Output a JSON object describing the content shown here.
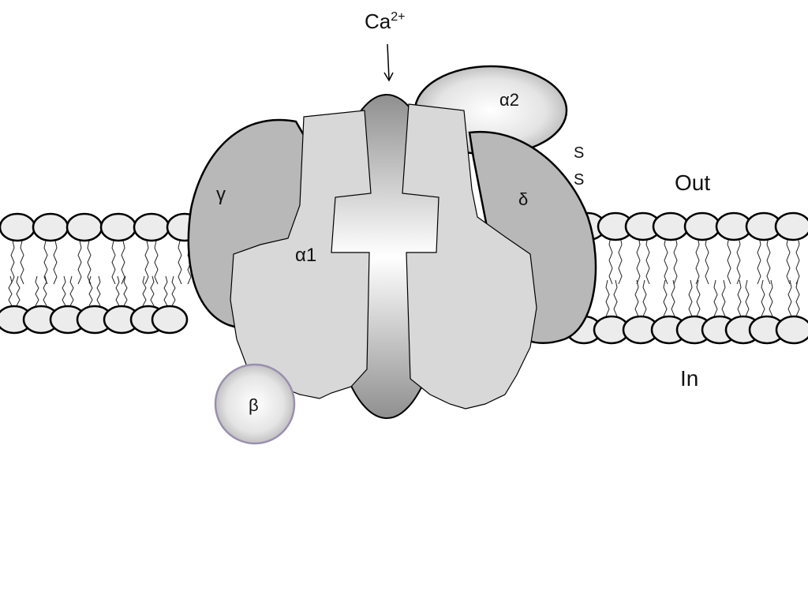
{
  "labels": {
    "ion": "Ca",
    "ion_charge": "2+",
    "alpha2": "α2",
    "disulfide_top": "S",
    "disulfide_bottom": "S",
    "gamma": "γ",
    "delta": "δ",
    "alpha1": "α1",
    "beta": "β",
    "outside": "Out",
    "inside": "In"
  },
  "colors": {
    "outline": "#000000",
    "gamma_delta_fill": "#b8b8b8",
    "alpha1_fill": "#d8d8d8",
    "pore_dark": "#8a8a8a",
    "pore_light": "#ffffff",
    "lipid_head": "#ececec",
    "beta_rim": "#9a8fb0"
  }
}
